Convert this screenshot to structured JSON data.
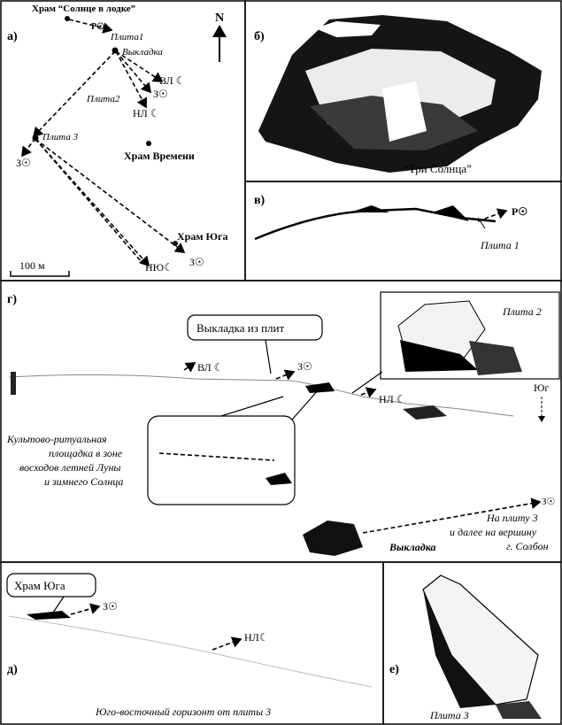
{
  "panel_a": {
    "letter": "а)",
    "title": "Храм “Солнце в лодке”",
    "north": "N",
    "sym_r": "Р☉",
    "plita1": "Плита1",
    "vykladka": "Выкладка",
    "vl": "ВЛ ☾",
    "z1": "З☉",
    "plita2": "Плита2",
    "nl": "НЛ ☾",
    "plita3": "Плита 3",
    "z2": "З☉",
    "hram_vremeni": "Храм Времени",
    "hram_yuga": "Храм Юга",
    "z3": "З☉",
    "nyu": "НЮ☾",
    "scale": "100 м"
  },
  "panel_b": {
    "letter": "б)",
    "caption": "“Три Солнца”"
  },
  "panel_v": {
    "letter": "в)",
    "sym_r": "Р☉",
    "plita1": "Плита 1"
  },
  "panel_g": {
    "letter": "г)",
    "callout": "Выкладка из плит",
    "plita2": "Плита 2",
    "vl": "ВЛ ☾",
    "z": "З☉",
    "nl": "НЛ ☾",
    "yug": "Юг",
    "cult": [
      "Культово-ритуальная",
      "площадка в зоне",
      "восходов летней Луны",
      "и зимнего Солнца"
    ],
    "z2": "З☉",
    "to_plita": [
      "На плиту 3",
      "и далее на вершину",
      "г. Солбон"
    ],
    "vykladka": "Выкладка"
  },
  "panel_d": {
    "letter": "д)",
    "hram_yuga": "Храм Юга",
    "z": "З☉",
    "nl": "НЛ☾",
    "caption": "Юго-восточный горизонт от плиты 3"
  },
  "panel_e": {
    "letter": "е)",
    "caption": "Плита 3"
  }
}
